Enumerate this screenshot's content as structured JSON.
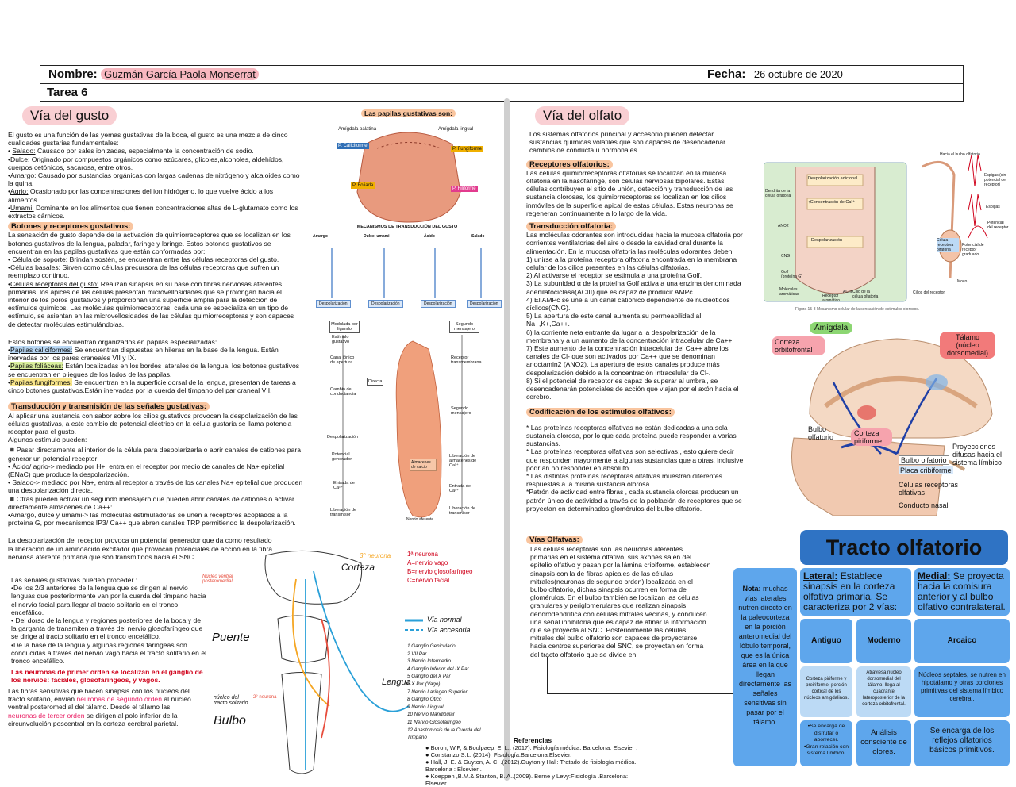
{
  "header": {
    "name_label": "Nombre:",
    "name_value": "Guzmán García Paola Monserrat",
    "date_label": "Fecha:",
    "date_value": "26 octubre de 2020",
    "task": "Tarea 6"
  },
  "gusto": {
    "title": "Vía del gusto",
    "intro": "El gusto es una función de las yemas gustativas de la boca, el gusto es una mezcla de cinco cualidades gustarias fundamentales:",
    "qualities": [
      {
        "name": "Salado:",
        "text": " Causado por sales ionizadas, especialmente la concentración de sodio."
      },
      {
        "name": "Dulce:",
        "text": " Originado por compuestos orgánicos como azúcares, glicoles,alcoholes, aldehídos, cuerpos cetónicos, sacarosa, entre otros."
      },
      {
        "name": "Amargo:",
        "text": " Causado por sustancias orgánicas con largas cadenas de nitrógeno y alcaloides como la quina."
      },
      {
        "name": "Agrio:",
        "text": " Ocasionado por las concentraciones del ion hidrógeno, lo que vuelve ácido a los alimentos."
      },
      {
        "name": "Umami:",
        "text": " Dominante en los alimentos que tienen concentraciones altas de L-glutamato como los extractos cárnicos."
      }
    ],
    "botones_title": "Botones y receptores gustativos:",
    "botones_text": "La sensación de gusto depende de la activación de quimiorreceptores que se localizan en los botones gustativos de la lengua, paladar, faringe y laringe. Estos botones gustativos se encuentran en las papilas gustativas que están conformadas por:",
    "cells": [
      {
        "name": "Célula de soporte:",
        "text": " Brindan sostén, se encuentran entre las células receptoras del gusto."
      },
      {
        "name": "Células basales:",
        "text": " Sirven como células precursora de las células receptoras que sufren un reemplazo continuo."
      },
      {
        "name": "Células receptoras del gusto:",
        "text": " Realizan sinapsis en su base con fibras nerviosas aferentes primarias, los ápices de las células presentan microvellosidades que se prolongan hacia el interior de los poros gustativos y proporcionan una superficie amplia para la detección de estímulos químicos. Las moléculas quimiorreceptoras, cada una se especializa en un tipo de estímulo, se asientan en las microvellosidades de las células quimiorreceptoras y son capaces de detectar moléculas estimulándolas."
      }
    ],
    "papilas_intro": "Estos botones se encuentran organizados en papilas especializadas:",
    "papilas": [
      {
        "name": "Papilas caliciformes:",
        "text": " Se encuentran dispuestas en hileras en la base de la lengua. Están inervadas por los pares craneales VII y IX."
      },
      {
        "name": "Papilas foliáceas:",
        "text": " Están localizadas en los bordes laterales de la lengua, los botones gustativos se encuentran en pliegues de los lados de las papilas."
      },
      {
        "name": "Papilas fungiformes:",
        "text": " Se encuentran en la superficie dorsal de la lengua, presentan de tareas a cinco botones gustativos.Están inervadas por la cuerda del tímpano del par craneal VII."
      }
    ],
    "trans_title": "Transducción y transmisión de las señales gustativas:",
    "trans_text": "Al aplicar una sustancia con sabor sobre los cilios gustativos provocan la despolarización de las células gustativas, a este cambio de potencial eléctrico en la célula gustaria se llama potencia receptor para el gusto.",
    "trans_some": "Algunos estímulo pueden:",
    "trans_items": [
      "◾Pasar directamente al interior de la célula para despolarizarla o abrir canales de cationes para generar un potencial receptor:",
      "• Ácido/ agrio-> mediado por H+, entra en el receptor por medio de canales de Na+ epitelial (ENaC) que produce la despolarización.",
      "• Salado-> mediado por Na+, entra al receptor a través de los canales Na+ epitelial que producen una despolarización directa.",
      "◾Otras pueden activar un segundo mensajero que pueden abrir canales de cationes o activar directamente almacenes de Ca++:",
      "•Amargo, dulce y umami-> las moléculas estimuladoras se unen a receptores acoplados a la proteína G, por mecanismos IP3/ Ca++ que abren canales TRP permitiendo la despolarización."
    ],
    "depol_text": "La despolarización del receptor provoca un potencial generador que da como resultado la liberación de un aminoácido excitador que provocan potenciales de acción en la fibra nerviosa aferente primaria que son transmitidos hacia el SNC.",
    "signals_intro": "Las señales gustativas pueden proceder :",
    "signals": [
      "•De los 2/3 anteriores de la lengua que se dirigen al nervio lenguas que posteriormente van por la cuerda del tímpano hacia el nervio facial para llegar al tracto solitario en el tronco encefálico.",
      "• Del dorso de la lengua y regiones posteriores de la boca y de la garganta de transmiten a través del nervio glosofaríngeo que se dirige al tracto solitario en el tronco encefálico.",
      "•De la base de la lengua y algunas regiones faringeas son conducidas a través del nervio vago hacia el tracto solitario en el tronco encefálico."
    ],
    "neurons_red": "Las neuronas de primer orden se localizan en el ganglio de los nervios: faciales, glosofaríngeos, y vagos.",
    "final_a": "Las fibras sensitivas que hacen sinapsis con los núcleos del tracto solitario, envían ",
    "final_pink1": "neuronas de segundo orden",
    "final_b": " al núcleo ventral posteromedial del tálamo. Desde el tálamo las ",
    "final_pink2": "neuronas de tercer orden",
    "final_c": " se dirigen al polo inferior de la circunvolución poscentral en la corteza cerebral parietal."
  },
  "papilas_fig": {
    "title": "Las papilas gustativas son:",
    "labels": [
      "Amígdala palatina",
      "Amígdala lingual",
      "P. Caliciforme",
      "P. Fungiforme",
      "P. Foliada",
      "P. Filiforme"
    ],
    "mech_title": "MECANISMOS DE TRANSDUCCIÓN DEL GUSTO",
    "mech_cols": [
      "Amargo",
      "Dulce, umami",
      "Ácido",
      "Salado"
    ],
    "mech_box": "Despolarización",
    "flow": [
      "Modulada por ligando",
      "Estímulo gustativo",
      "Canal iónico de apertura",
      "Cambio de conductancia",
      "Despolarización",
      "Potencial generador",
      "Entrada de Ca²⁺",
      "Liberación de transmisor",
      "Segundo mensajero",
      "Receptor transmembrana",
      "Segundo mensajero",
      "Liberación de almacenes de Ca²⁺",
      "Entrada de Ca²⁺",
      "Liberación de transmisor",
      "Directa",
      "Nervio aferente",
      "Almacenes de calcio"
    ]
  },
  "pathway_fig": {
    "labels": [
      "Corteza",
      "Puente",
      "Lengua",
      "Bulbo",
      "núcleo del tracto solitario",
      "3° neurona",
      "2° neurona",
      "Núcleo ventral posteromedial"
    ],
    "legend_neurons": [
      "1ª neurona",
      "A=nervio vago",
      "B=nervio glosofaríngeo",
      "C=nervio facial"
    ],
    "legend_lines": [
      "Vía normal",
      "Vía accesoria"
    ],
    "numbered": [
      "Ganglio Geniculado",
      "VII Par",
      "Nervio Intermedio",
      "Ganglio Inferior del IX Par",
      "Ganglio del X Par",
      "X Par (Vago)",
      "Nervio Laríngeo Superior",
      "Ganglio Ótico",
      "Nervio Lingual",
      "Nervio Mandibular",
      "Nervio Glosofaríngeo",
      "Anastomosis de la Cuerda del Tímpano"
    ]
  },
  "olfato": {
    "title": "Vía del olfato",
    "intro": "Los sistemas olfatorios principal y accesorio pueden detectar sustancias químicas volátiles que son capaces de desencadenar cambios de conducta u hormonales.",
    "rec_title": "Receptores olfatorios:",
    "rec_text": "Las células quimiorreceptoras olfatorias se localizan en la mucosa olfatoria en la nasofaringe, son células nerviosas bipolares. Estas células contribuyen el sitio de unión, detección y transducción de las sustancia olorosas, los quimiorreceptores se localizan en los cilios inmóviles de la superficie apical de estas células. Estas neuronas se regeneran continuamente a lo largo de la vida.",
    "trans_title": "Transducción olfatoria:",
    "trans_items": [
      "Las moléculas odorantes son introducidas hacia la mucosa olfatoria por corrientes ventilatorias del aire o desde la cavidad oral durante la alimentación. En la mucosa olfatoria las moléculas odorantes deben:",
      "1) unirse a la proteína receptora olfatoria encontrada en la membrana celular de los cilios presentes en las células olfatorias.",
      "2) Al activarse el receptor se estimula a una proteína Golf.",
      "3) La subunidad α de la proteína Golf activa a una enzima denominada adenilatociclasa(ACIII) que es capaz de producir AMPc.",
      "4) El AMPc se une a un canal catiónico dependiente de nucleotidos cíclicos(CNG).",
      "5) La apertura de este canal aumenta su permeabilidad al Na+,K+,Ca++.",
      "6) la corriente neta entrante da lugar a la despolarización de la membrana y a un aumento de la concentración intracelular de Ca++.",
      "7) Este aumento de la concentración intracelular del Ca++ abre los canales de Cl- que son activados por Ca++ que se denominan anoctamin2 (ANO2). La apertura de estos canales produce más despolarización debido a la concentración intracelular de Cl-.",
      "8) Si el potencial de receptor es capaz de superar al umbral, se desencadenarán potenciales de acción que viajan por el axón hacia el cerebro."
    ],
    "cod_title": "Codificación de los estímulos olfativos:",
    "cod_items": [
      "* Las proteínas receptoras olfativas no están dedicadas a una sola sustancia olorosa, por lo que cada proteína puede responder a varias sustancias.",
      "* Las proteínas receptoras olfativas son selectivas:, esto quiere decir que responden mayormente a algunas sustancias que a otras, inclusive podrían no responder en absoluto.",
      "* Las distintas proteínas receptoras olfativas muestran diferentes respuestas a la misma sustancia olorosa.",
      "*Patrón de actividad entre fibras , cada sustancia olorosa producen un patrón único de actividad a través de la población de receptores que se proyectan en determinados glomérulos del bulbo olfatorio."
    ],
    "vias_title": "Vías Olfatvas:",
    "vias_text": "Las células receptoras son las neuronas aferentes primarias en el sistema olfativo, sus axones salen del epitelio olfativo y pasan por la lámina cribiforme, establecen sinapsis con la de fibras apicales de las células mitrales(neuronas de segundo orden) localizada en el bulbo olfatorio, dichas sinapsis ocurren en forma de glomérulos. En el bulbo también se localizan las células granulares y periglomerulares que realizan sinapsis dendrodendrítica con células mitrales vecinas, y conducen una señal inhibitoria que es capaz de afinar la información que se proyecta al SNC. Posteriormente las células mitrales del bulbo olfatorio son capaces de proyectarse hacia centros superiores del SNC, se proyectan en forma del tracto olfatorio que se divide en:"
  },
  "receptor_fig": {
    "labels": [
      "Despolarización adicional",
      "↑Concentración de Ca²⁺",
      "Despolarización",
      "Dendrita de la célula olfatoria",
      "ANO2",
      "CNG",
      "Golf (proteína G)",
      "Moléculas aromáticas",
      "Receptor aromático",
      "ACIII",
      "Cilio de la célula olfatoria",
      "Cilios del receptor",
      "Hacia el bulbo olfatorio",
      "Espigas (sin potencial del receptor)",
      "Espigas",
      "Potencial del receptor",
      "Célula receptora olfatoria",
      "Potencial de receptor graduado",
      "Moco"
    ],
    "caption": "Figura 15-8  Mecanismo celular de la sensación de estímulos olorosos."
  },
  "brain_fig": {
    "labels": [
      "Amígdala",
      "Corteza orbitofrontal",
      "Tálamo (núcleo dorsomedial)",
      "Bulbo olfatorio",
      "Corteza piriforme",
      "Proyecciones difusas hacia el sistema límbico",
      "Bulbo olfatorio",
      "Placa cribiforme",
      "Células receptoras olfativas",
      "Conducto nasal"
    ]
  },
  "tracto": {
    "title": "Tracto olfatorio",
    "note_bold": "Nota:",
    "note": " muchas vías laterales nutren directo en la paleocorteza en la porción anteromedial del lóbulo temporal, que es la única área en la que llegan directamente las señales sensitivas sin pasar por el tálamo.",
    "lateral_title": "Lateral:",
    "lateral_text": " Establece sinapsis en la corteza olfativa primaria. Se caracteriza por 2 vías:",
    "medial_title": "Medial:",
    "medial_text": " Se proyecta hacia la comisura anterior y al bulbo olfativo contralateral.",
    "antiguo": "Antiguo",
    "moderno": "Moderno",
    "arcaico": "Arcaico",
    "antiguo_text": "Corteza piriforme y preiriforme, porción cortical de los núcleos amigdalinos.",
    "moderno_text": "Atraviesa núcleo dorsomedial del tálamo, llega al cuadrante lateroposterior de la corteza orbitofrontal.",
    "arcaico_text": "Núcleos septales, se nutren en hipotálamo y otras porciones primitivas del sistema límbico cerebral.",
    "antiguo_list": [
      "•Se encarga de disfrutar o aborrecer.",
      "•Gran relación con sistema límbico."
    ],
    "moderno_list": "Análisis consciente de olores.",
    "arcaico_list": "Se encarga de los reflejos olfatorios básicos primitivos."
  },
  "references": {
    "title": "Referencias",
    "items": [
      "● Boron, W.F, & Boulpaep, E. L.. (2017). Fisiología médica. Barcelona: Elsevier .",
      "● Constanzo,S.L. (2014). Fisiología.Barcelona:Elsevier.",
      "● Hall, J. E. & Guyton, A. C. .(2012).Guyton y Hall: Tratado de fisiología médica. Barcelona : Elsevier .",
      "● Koeppen ,B.M.& Stanton, B. A..(2009). Berne y Levy:Fisiología .Barcelona: Elsevier."
    ]
  }
}
